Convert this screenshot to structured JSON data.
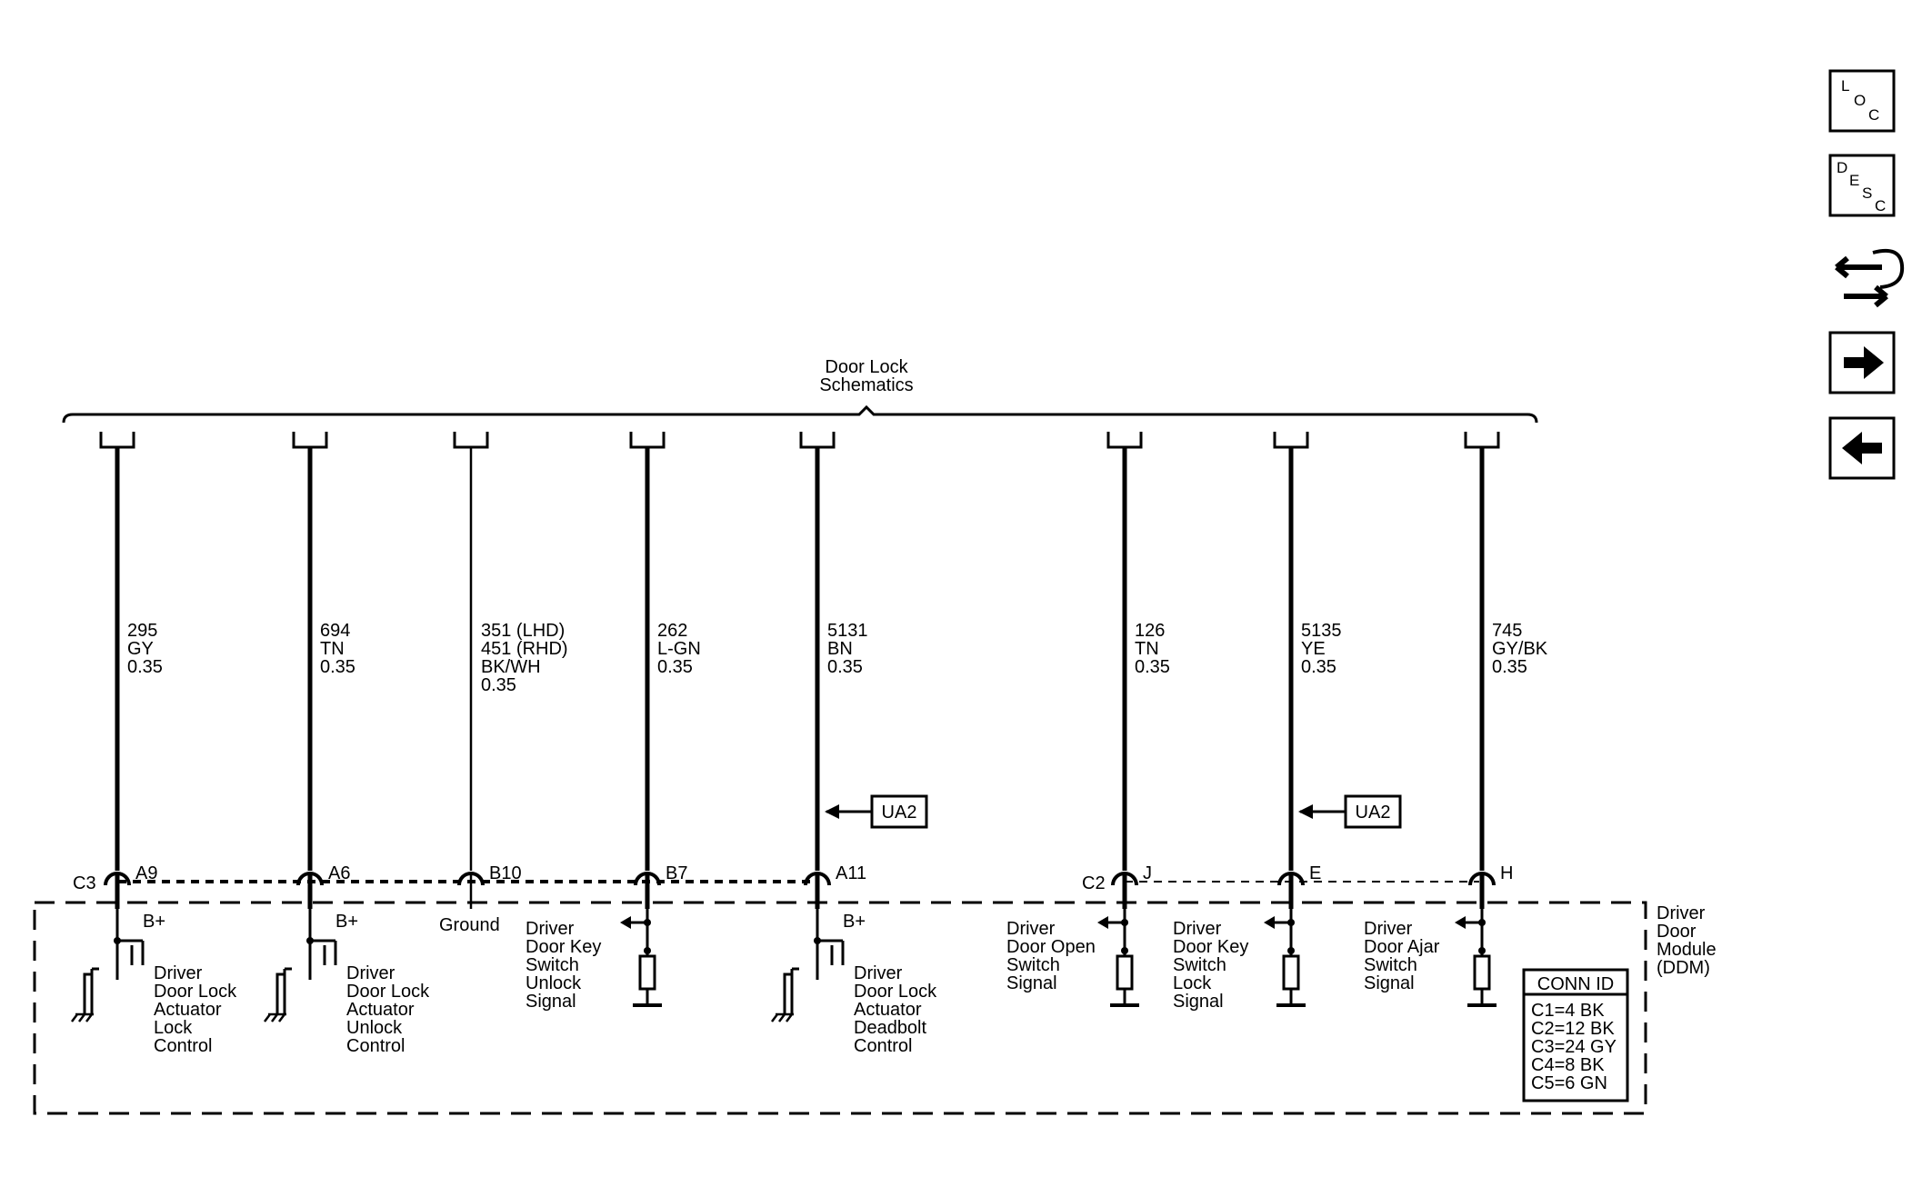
{
  "header": {
    "title_line1": "Door Lock",
    "title_line2": "Schematics"
  },
  "module": {
    "name_lines": [
      "Driver",
      "Door",
      "Module",
      "(DDM)"
    ]
  },
  "conn_id": {
    "title": "CONN ID",
    "rows": [
      "C1=4 BK",
      "C2=12 BK",
      "C3=24 GY",
      "C4=8 BK",
      "C5=6 GN"
    ]
  },
  "connectors": {
    "c3": "C3",
    "c2": "C2"
  },
  "circuits": [
    {
      "wire_lines": [
        "295",
        "GY",
        "0.35"
      ],
      "pin": "A9",
      "supply": "B+",
      "desc_lines": [
        "Driver",
        "Door Lock",
        "Actuator",
        "Lock",
        "Control"
      ]
    },
    {
      "wire_lines": [
        "694",
        "TN",
        "0.35"
      ],
      "pin": "A6",
      "supply": "B+",
      "desc_lines": [
        "Driver",
        "Door Lock",
        "Actuator",
        "Unlock",
        "Control"
      ]
    },
    {
      "wire_lines": [
        "351 (LHD)",
        "451 (RHD)",
        "BK/WH",
        "0.35"
      ],
      "pin": "B10",
      "supply": "Ground",
      "desc_lines": []
    },
    {
      "wire_lines": [
        "262",
        "L-GN",
        "0.35"
      ],
      "pin": "B7",
      "supply": "",
      "desc_lines": [
        "Driver",
        "Door Key",
        "Switch",
        "Unlock",
        "Signal"
      ]
    },
    {
      "wire_lines": [
        "5131",
        "BN",
        "0.35"
      ],
      "pin": "A11",
      "supply": "B+",
      "desc_lines": [
        "Driver",
        "Door Lock",
        "Actuator",
        "Deadbolt",
        "Control"
      ],
      "option": "UA2"
    },
    {
      "wire_lines": [
        "126",
        "TN",
        "0.35"
      ],
      "pin": "J",
      "supply": "",
      "desc_lines": [
        "Driver",
        "Door Open",
        "Switch",
        "Signal"
      ]
    },
    {
      "wire_lines": [
        "5135",
        "YE",
        "0.35"
      ],
      "pin": "E",
      "supply": "",
      "desc_lines": [
        "Driver",
        "Door Key",
        "Switch",
        "Lock",
        "Signal"
      ],
      "option": "UA2"
    },
    {
      "wire_lines": [
        "745",
        "GY/BK",
        "0.35"
      ],
      "pin": "H",
      "supply": "",
      "desc_lines": [
        "Driver",
        "Door Ajar",
        "Switch",
        "Signal"
      ]
    }
  ],
  "nav": {
    "loc": {
      "l1": "L",
      "l2": "O",
      "l3": "C",
      "icon": "loc-icon"
    },
    "desc": {
      "l1": "D",
      "l2": "E",
      "l3": "S",
      "l4": "C",
      "icon": "desc-icon"
    },
    "flow_icon": "component-flow-icon",
    "next_icon": "arrow-right-icon",
    "prev_icon": "arrow-left-icon"
  }
}
